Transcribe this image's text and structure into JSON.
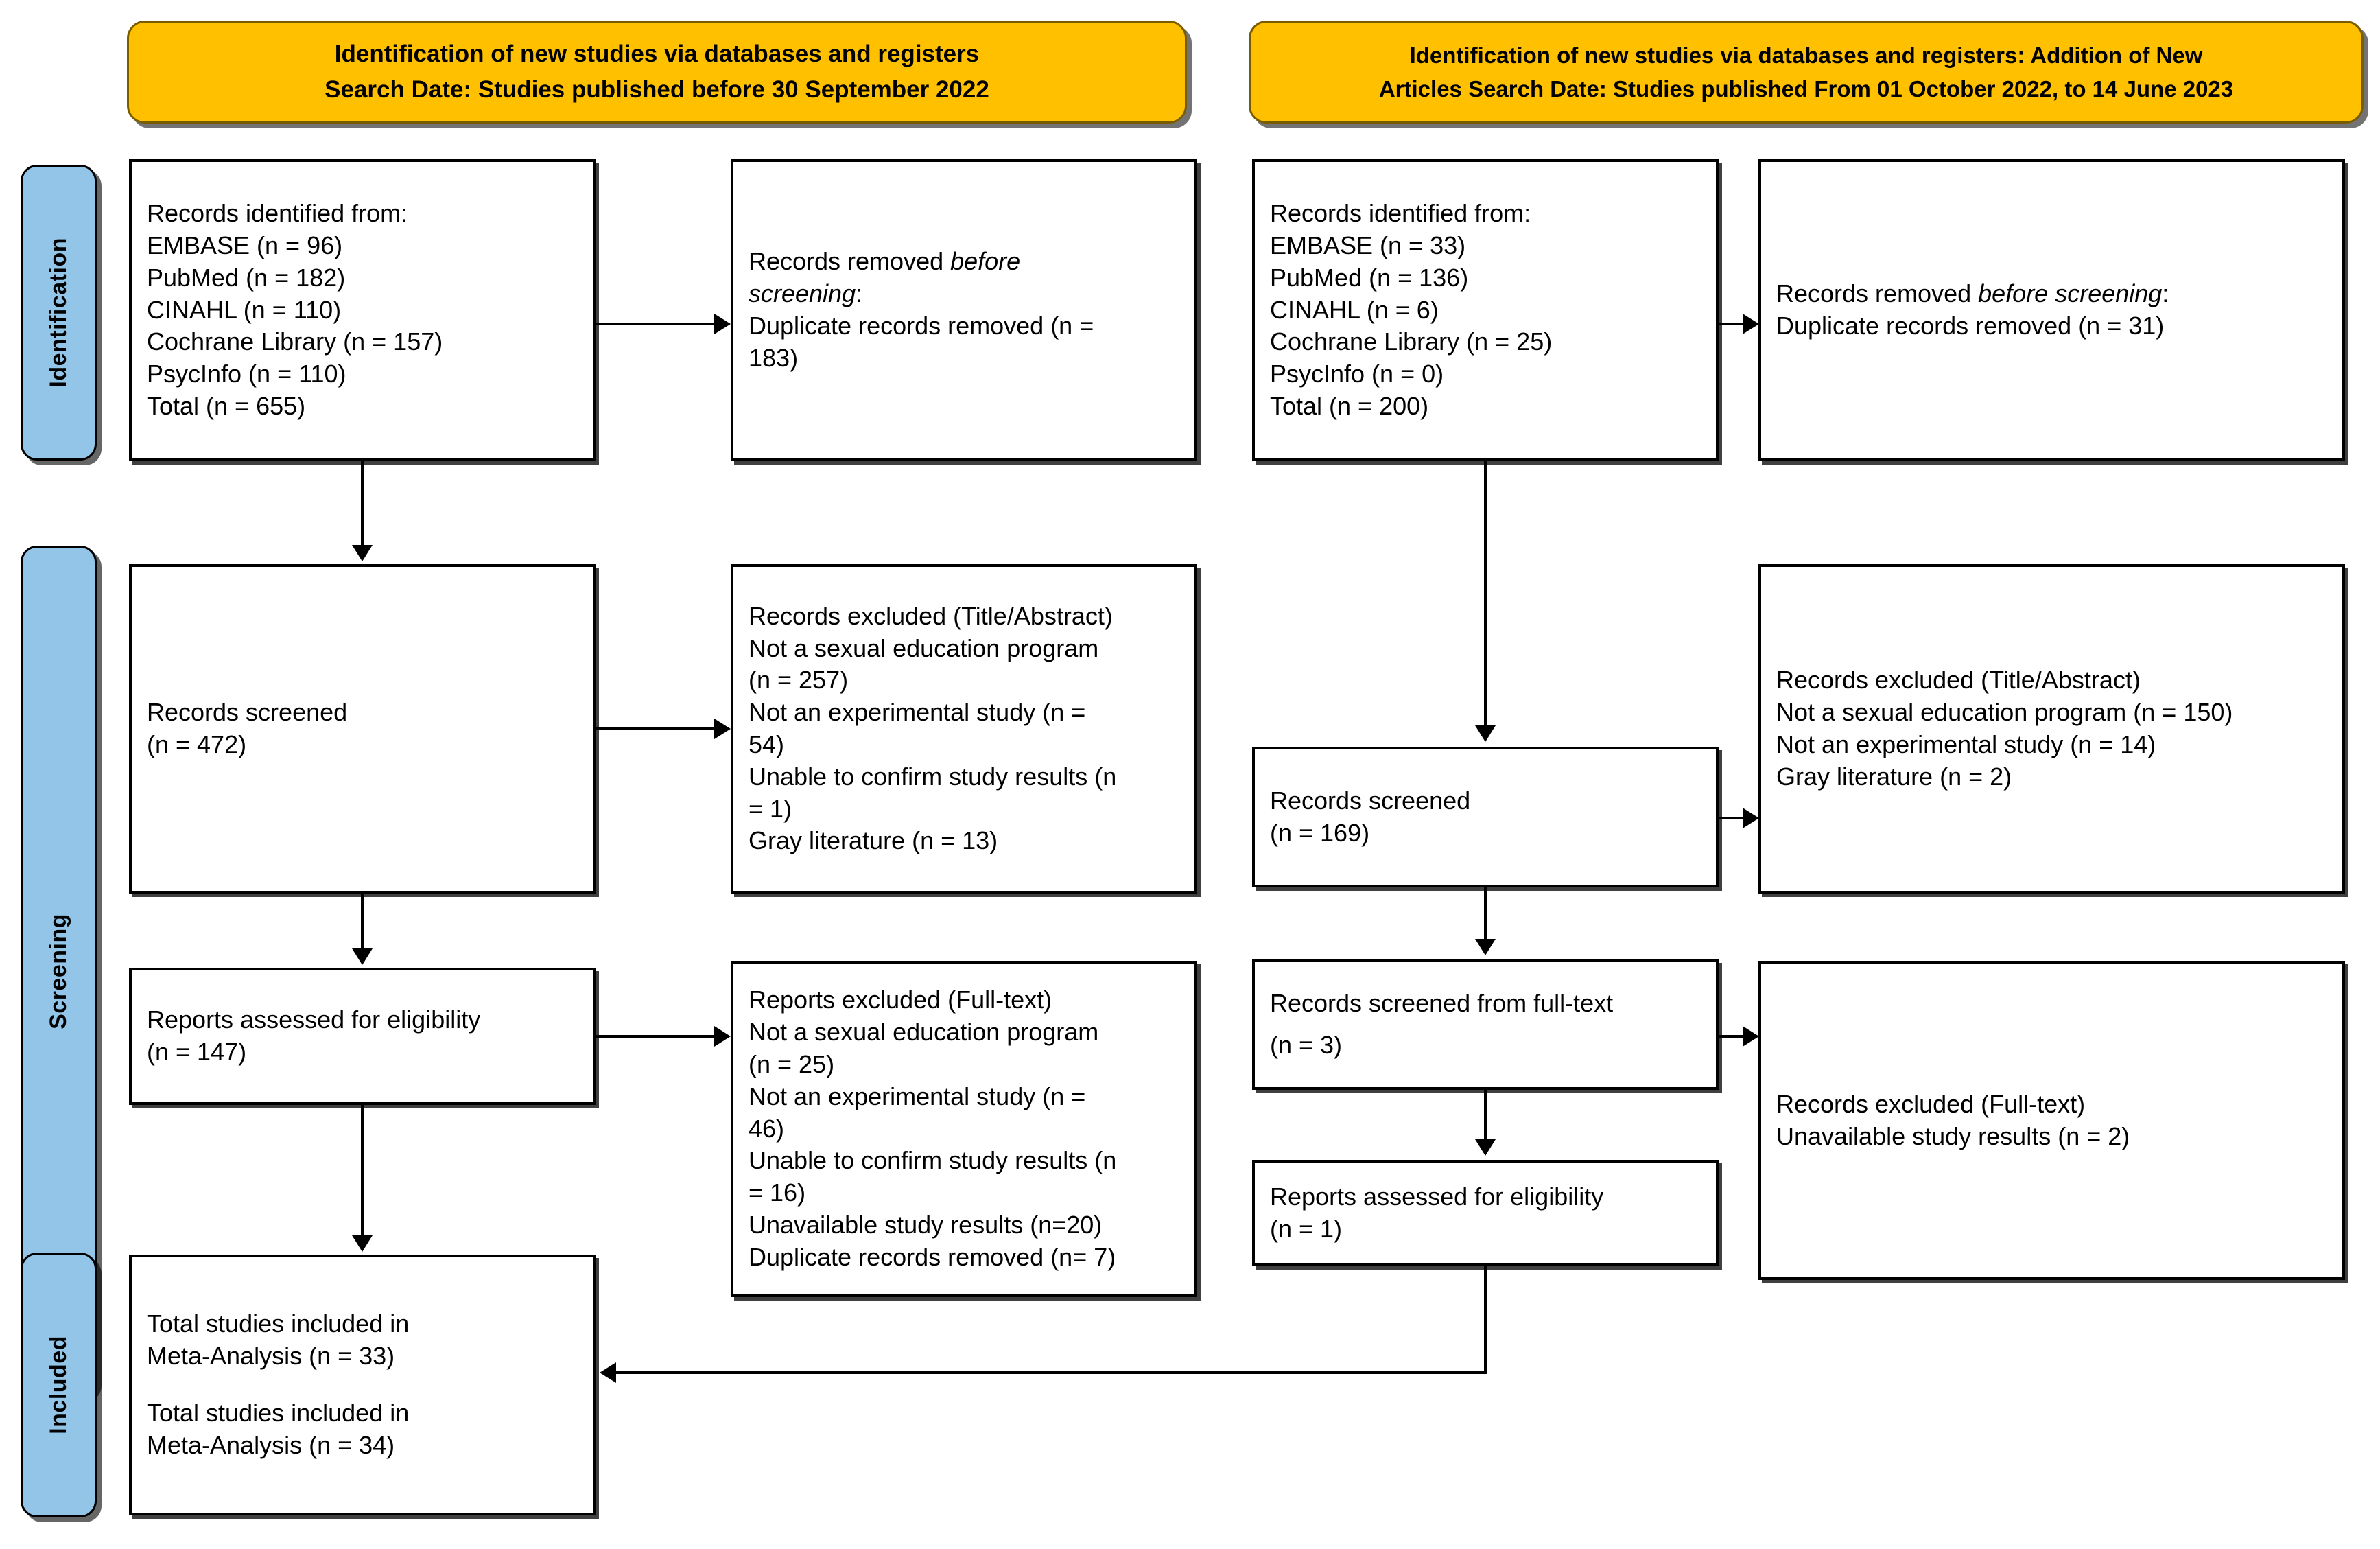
{
  "diagram": {
    "title": "PRISMA 2020 flow diagram for new systematic reviews",
    "accent_header_color": "#FFC000",
    "accent_stage_color": "#92C5E8"
  },
  "headers": {
    "left": {
      "line1": "Identification of new studies via databases and registers",
      "line2": "Search Date: Studies published before 30 September 2022"
    },
    "right": {
      "line1": "Identification of new studies via databases and registers: Addition of New",
      "line2": "Articles Search Date: Studies published From 01 October 2022, to 14 June 2023"
    }
  },
  "stages": {
    "identification": "Identification",
    "screening": "Screening",
    "included": "Included"
  },
  "left_column": {
    "identified": {
      "l0": "Records identified from:",
      "l1": "EMBASE (n = 96)",
      "l2": "PubMed (n = 182)",
      "l3": "CINAHL (n = 110)",
      "l4": "Cochrane Library (n = 157)",
      "l5": "PsycInfo (n = 110)",
      "l6": "Total (n = 655)"
    },
    "removed_before_screening": {
      "l0": "Records removed ",
      "l0_it": "before",
      "l1_it": "screening",
      "l1_tail": ":",
      "l2": "Duplicate records removed  (n =",
      "l3": "183)"
    },
    "records_screened": {
      "l0": "Records screened",
      "l1": "(n = 472)"
    },
    "excluded_title_abstract": {
      "l0": "Records excluded (Title/Abstract)",
      "l1": "Not a sexual education program",
      "l2": "(n = 257)",
      "l3": "Not an experimental study (n =",
      "l4": "54)",
      "l5": "Unable to confirm study results (n",
      "l6": "= 1)",
      "l7": "Gray literature (n = 13)"
    },
    "reports_assessed": {
      "l0": "Reports assessed for eligibility",
      "l1": "(n = 147)"
    },
    "excluded_full_text": {
      "l0": "Reports excluded (Full-text)",
      "l1": "Not a sexual education program",
      "l2": "(n = 25)",
      "l3": "Not an experimental study (n =",
      "l4": "46)",
      "l5": "Unable to confirm study results (n",
      "l6": "= 16)",
      "l7": "Unavailable study results (n=20)",
      "l8": "Duplicate records removed (n= 7)"
    },
    "included_total": {
      "l0": "Total studies included in",
      "l1": "Meta-Analysis (n = 33)",
      "l2": "Total studies included in",
      "l3": "Meta-Analysis (n = 34)"
    }
  },
  "right_column": {
    "identified": {
      "l0": "Records identified from:",
      "l1": "EMBASE (n = 33)",
      "l2": "PubMed (n = 136)",
      "l3": "CINAHL (n = 6)",
      "l4": "Cochrane Library (n = 25)",
      "l5": "PsycInfo (n = 0)",
      "l6": "Total (n = 200)"
    },
    "removed_before_screening": {
      "l0_head": "Records removed ",
      "l0_it": "before screening",
      "l0_tail": ":",
      "l1": "Duplicate records removed  (n = 31)"
    },
    "records_screened": {
      "l0": "Records screened",
      "l1": "(n = 169)"
    },
    "excluded_title_abstract": {
      "l0": "Records excluded (Title/Abstract)",
      "l1": "Not a sexual education program (n = 150)",
      "l2": "Not an experimental study (n = 14)",
      "l3": "Gray literature (n = 2)"
    },
    "screened_full_text": {
      "l0": "Records screened from full-text",
      "l1": "(n = 3)"
    },
    "reports_assessed": {
      "l0": "Reports assessed for eligibility",
      "l1": "(n = 1)"
    },
    "excluded_full_text": {
      "l0": "Records excluded (Full-text)",
      "l1": "Unavailable study results (n = 2)"
    }
  },
  "chart_data": {
    "type": "diagram",
    "title": "PRISMA flow diagram",
    "left_flow": {
      "identified_total": 655,
      "sources": {
        "EMBASE": 96,
        "PubMed": 182,
        "CINAHL": 110,
        "Cochrane Library": 157,
        "PsycInfo": 110
      },
      "duplicates_removed_before_screening": 183,
      "records_screened": 472,
      "excluded_title_abstract": {
        "not_sexual_education_program": 257,
        "not_experimental_study": 54,
        "unable_to_confirm_results": 1,
        "gray_literature": 13
      },
      "reports_assessed_for_eligibility": 147,
      "excluded_full_text": {
        "not_sexual_education_program": 25,
        "not_experimental_study": 46,
        "unable_to_confirm_results": 16,
        "unavailable_study_results": 20,
        "duplicate_records_removed": 7
      },
      "included_meta_analysis": [
        33,
        34
      ]
    },
    "right_flow": {
      "identified_total": 200,
      "sources": {
        "EMBASE": 33,
        "PubMed": 136,
        "CINAHL": 6,
        "Cochrane Library": 25,
        "PsycInfo": 0
      },
      "duplicates_removed_before_screening": 31,
      "records_screened": 169,
      "excluded_title_abstract": {
        "not_sexual_education_program": 150,
        "not_experimental_study": 14,
        "gray_literature": 2
      },
      "records_screened_from_full_text": 3,
      "reports_assessed_for_eligibility": 1,
      "excluded_full_text": {
        "unavailable_study_results": 2
      }
    }
  }
}
